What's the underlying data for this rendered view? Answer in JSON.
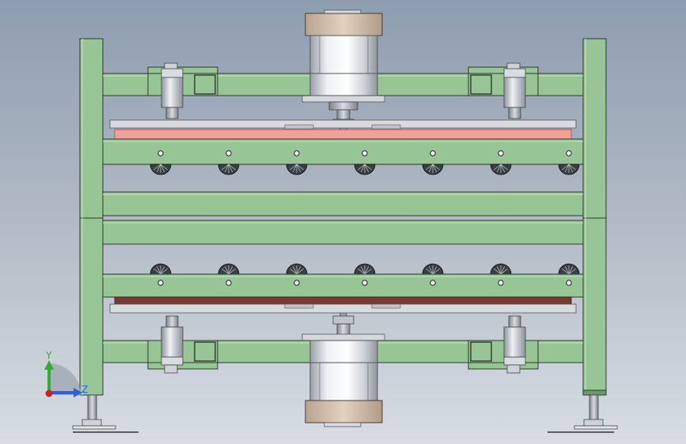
{
  "viewport": {
    "colors": {
      "frame": "#97c596",
      "frame_edge": "#2b3a2b",
      "steel": "#c9ccd2",
      "cylinder_cap": "#d7c4b0",
      "hot_plate": "#f2a19a",
      "lower_plate": "#7a3a34",
      "bg_top": "#8e9db0",
      "bg_bottom": "#d8dde4"
    }
  },
  "axis_triad": {
    "y_label": "Y",
    "z_label": "Z",
    "y_color": "#2fae2f",
    "z_color": "#2f5fe0",
    "x_color": "#d02020"
  },
  "rollers": {
    "count": 7
  }
}
